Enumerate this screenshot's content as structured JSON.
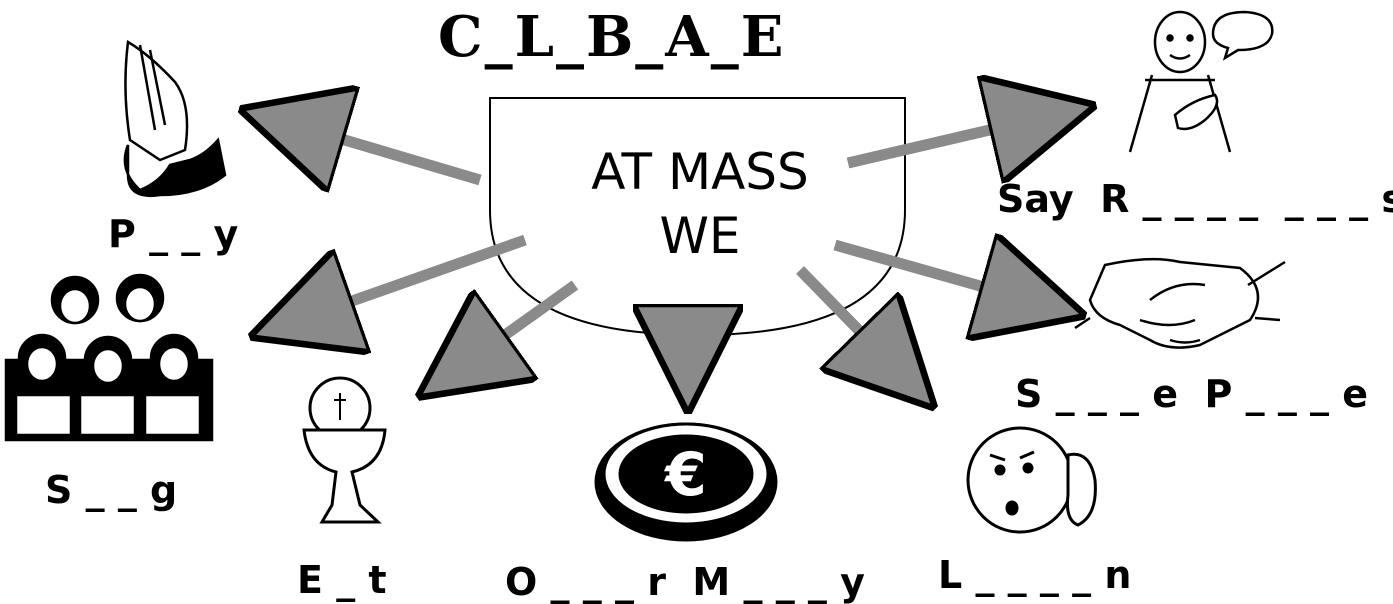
{
  "title": "C_L_B_A_E",
  "center": {
    "line1": "AT MASS",
    "line2": "WE"
  },
  "activities": {
    "pray": "P _ _ y",
    "sing": "S _ _ g",
    "eat": "E _ t",
    "offer_money": "O _ _ _ r  M _ _ _ y",
    "listen": "L _ _ _ _ n",
    "share_peace": "S _ _ _ e  P _ _ _ e",
    "say_responses": "Say  R _ _ _ _  _ _ _ s"
  },
  "colors": {
    "arrow": "#8a8a8a",
    "ink": "#000000"
  },
  "icons": [
    "praying-hands-icon",
    "choir-icon",
    "chalice-host-icon",
    "euro-coin-icon",
    "listening-face-icon",
    "handshake-icon",
    "speaking-person-icon"
  ]
}
